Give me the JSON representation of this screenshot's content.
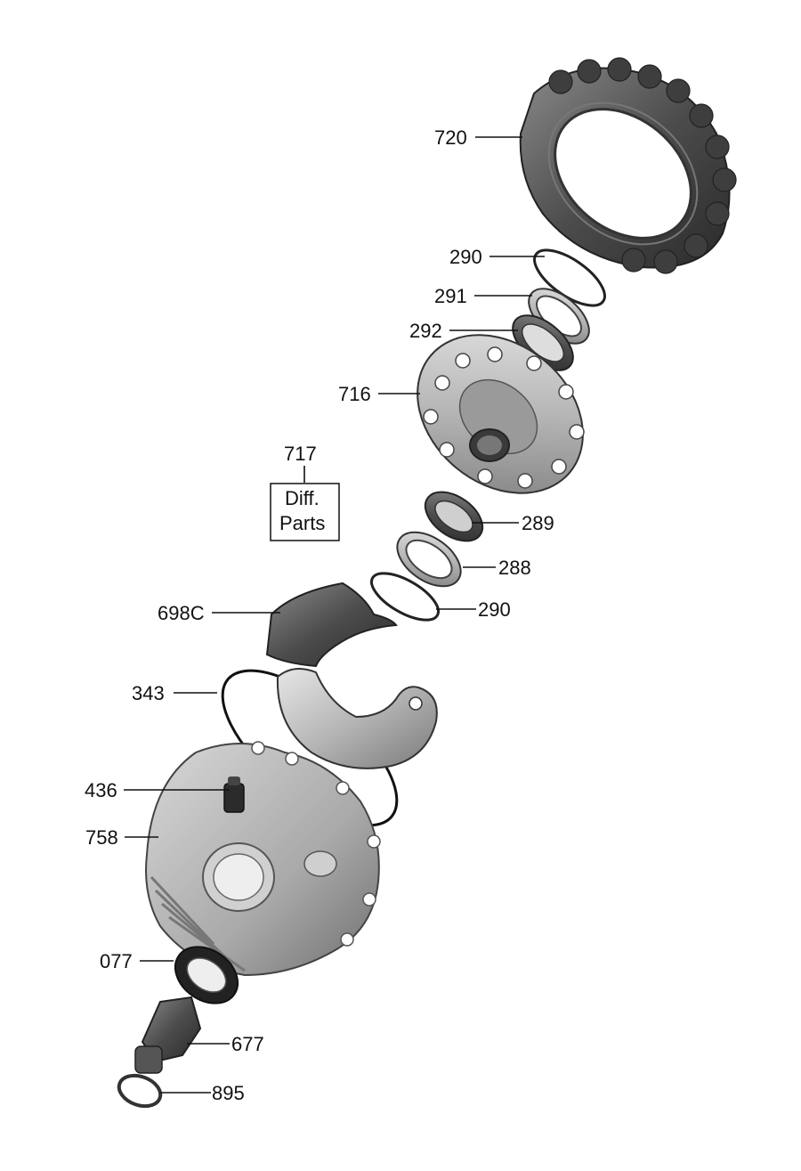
{
  "callouts": {
    "c720": "720",
    "c290a": "290",
    "c291": "291",
    "c292": "292",
    "c716": "716",
    "c717": "717",
    "diff_line1": "Diff.",
    "diff_line2": "Parts",
    "c289": "289",
    "c288": "288",
    "c290b": "290",
    "c698c": "698C",
    "c343": "343",
    "c436": "436",
    "c758": "758",
    "c077": "077",
    "c677": "677",
    "c895": "895"
  }
}
